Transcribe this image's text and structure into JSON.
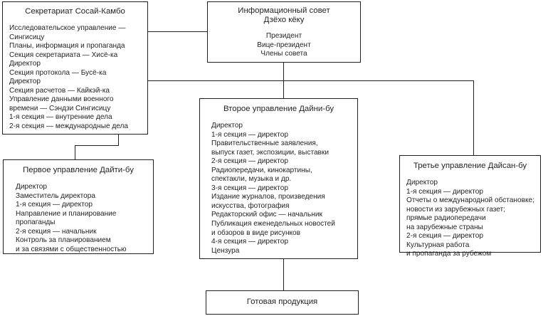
{
  "diagram": {
    "type": "org-chart",
    "language": "ru",
    "line_color": "#231f20",
    "background": "#ffffff"
  },
  "boxes": {
    "secretariat": {
      "title": "Секретариат Сосай-Камбо",
      "body": "Исследовательское управление —\nСингисицу\nПланы, информация и пропаганда\nСекция секретариата — Хисё-ка\nДиректор\nСекция протокола — Бусё-ка\nДиректор\nСекция расчетов — Кайкэй-ка\nУправление данными военного\nвремени — Сэндзи Сингисицу\n1-я секция — внутренние дела\n2-я секция — международные дела"
    },
    "council": {
      "title": "Информационный совет\nДзёхо кёку",
      "body": "Президент\nВице-президент\nЧлены совета"
    },
    "first_bureau": {
      "title": "Первое управление Дайти-бу",
      "body": "Директор\nЗаместитель директора\n1-я секция — директор\nНаправление и планирование\nпропаганды\n2-я секция — начальник\nКонтроль за планированием\nи за связями с общественностью"
    },
    "second_bureau": {
      "title": "Второе управление Дайни-бу",
      "body": "Директор\n1-я секция — директор\nПравительственные заявления,\nвыпуск газет, экспозиции, выставки\n2-я секция — директор\nРадиопередачи, кинокартины,\nспектакли, музыка и др.\n3-я секция — директор\nИздание журналов, произведения\nискусства, фотография\nРедакторский офис — начальник\nПубликация еженедельных новостей\nи обзоров в виде рисунков\n4-я секция — директор\nЦензура"
    },
    "third_bureau": {
      "title": "Третье управление Дайсан-бу",
      "body": "Директор\n1-я секция — директор\nОтчеты о международной обстановке;\nновости из зарубежных газет;\nпрямые радиопередачи\nна зарубежные страны\n2-я секция — директор\nКультурная работа\nи пропаганда за рубежом"
    },
    "output": {
      "title": "Готовая продукция"
    }
  }
}
